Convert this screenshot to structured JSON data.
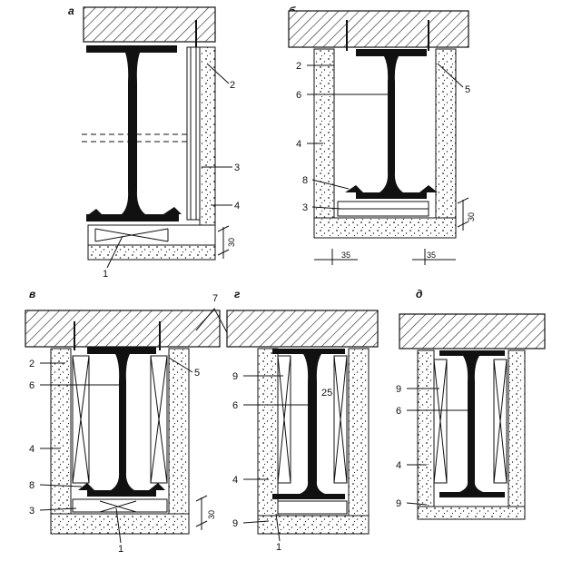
{
  "panels": {
    "a": {
      "label": "а",
      "callouts": [
        "2",
        "3",
        "4",
        "1"
      ],
      "dims": [
        "30"
      ]
    },
    "b": {
      "label": "б",
      "callouts": [
        "2",
        "6",
        "4",
        "8",
        "3",
        "5"
      ],
      "dims": [
        "30",
        "35",
        "35"
      ]
    },
    "v": {
      "label": "в",
      "callouts": [
        "2",
        "6",
        "4",
        "8",
        "3",
        "5",
        "1"
      ],
      "dims": [
        "30"
      ]
    },
    "g": {
      "label": "г",
      "callouts": [
        "9",
        "6",
        "4",
        "9",
        "1"
      ],
      "inner": "25"
    },
    "d": {
      "label": "д",
      "callouts": [
        "9",
        "6",
        "4",
        "9"
      ]
    },
    "shared": {
      "label7": "7"
    }
  },
  "colors": {
    "ink": "#111111",
    "paper": "#ffffff",
    "shade": "#e6e6e6"
  }
}
